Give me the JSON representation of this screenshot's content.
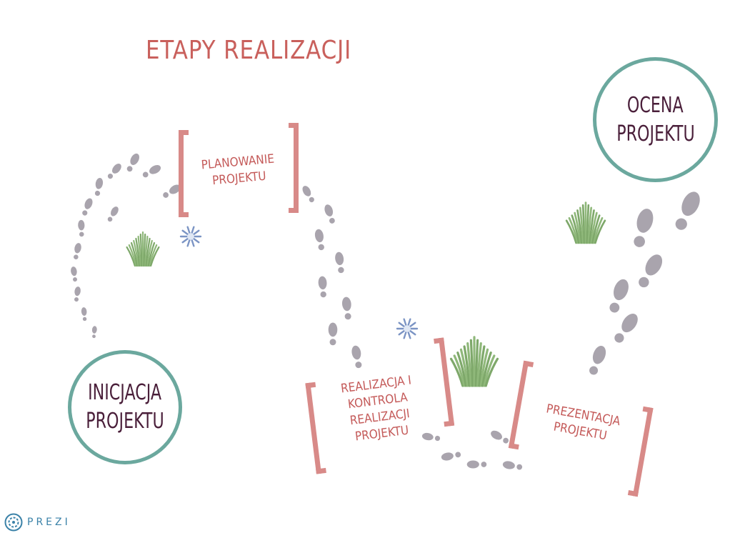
{
  "title": "ETAPY REALIZACJI",
  "stages": [
    {
      "id": "inicjacja",
      "lines": [
        "INICJACJA",
        "PROJEKTU"
      ]
    },
    {
      "id": "planowanie",
      "lines": [
        "PLANOWANIE",
        "PROJEKTU"
      ]
    },
    {
      "id": "realizacja",
      "lines": [
        "REALIZACJA I",
        "KONTROLA",
        "REALIZACJI",
        "PROJEKTU"
      ]
    },
    {
      "id": "prezentacja",
      "lines": [
        "PREZENTACJA",
        "PROJEKTU"
      ]
    },
    {
      "id": "ocena",
      "lines": [
        "OCENA",
        "PROJEKTU"
      ]
    }
  ],
  "brand": {
    "name": "PREZI"
  },
  "colors": {
    "title": "#c9605c",
    "circle_border": "#6ba89e",
    "circle_text": "#4a1f3a",
    "bracket": "#d88a88",
    "bracket_text": "#c45a59",
    "footprint": "#a9a4ad",
    "grass": "#8fb87a",
    "flower": "#7b94c4",
    "brand": "#3b82a8"
  },
  "icons": [
    "footprint-icon",
    "grass-tuft-icon",
    "flower-icon",
    "prezi-logo-icon"
  ]
}
